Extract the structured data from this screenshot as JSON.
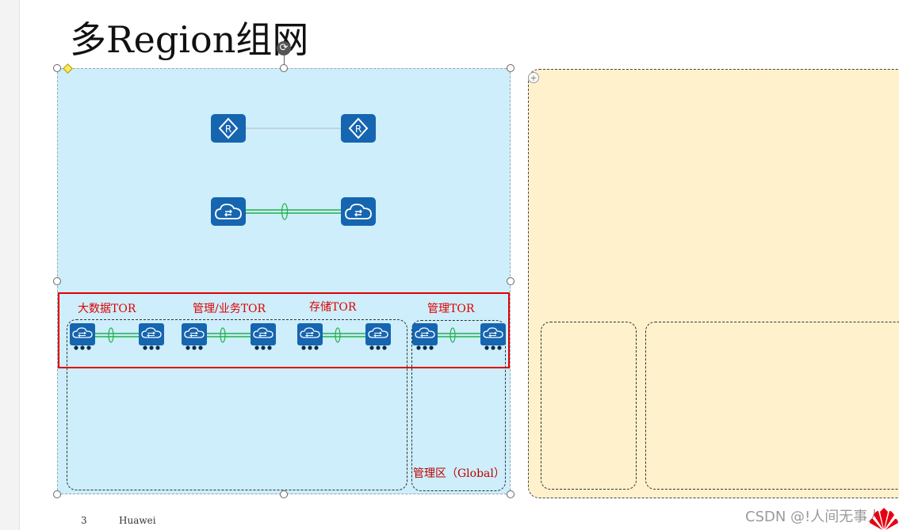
{
  "slide": {
    "title": "多Region组网",
    "page_number": "3",
    "footer_brand": "Huawei"
  },
  "labels": {
    "bigdata_tor": "大数据TOR",
    "mgmt_business_tor": "管理/业务TOR",
    "storage_tor": "存储TOR",
    "mgmt_tor": "管理TOR",
    "mgmt_zone": "管理区（Global）"
  },
  "watermark": "CSDN @!人间无事人",
  "colors": {
    "blue_region": "#cdeefa",
    "yellow_region": "#fff1cc",
    "device_blue": "#1565b0",
    "highlight_red": "#e00000",
    "link_green": "#22b14c"
  },
  "icons": {
    "router": "router-icon",
    "core_switch": "cloud-switch-icon",
    "tor_switch": "tor-switch-icon",
    "logo": "huawei-logo"
  }
}
